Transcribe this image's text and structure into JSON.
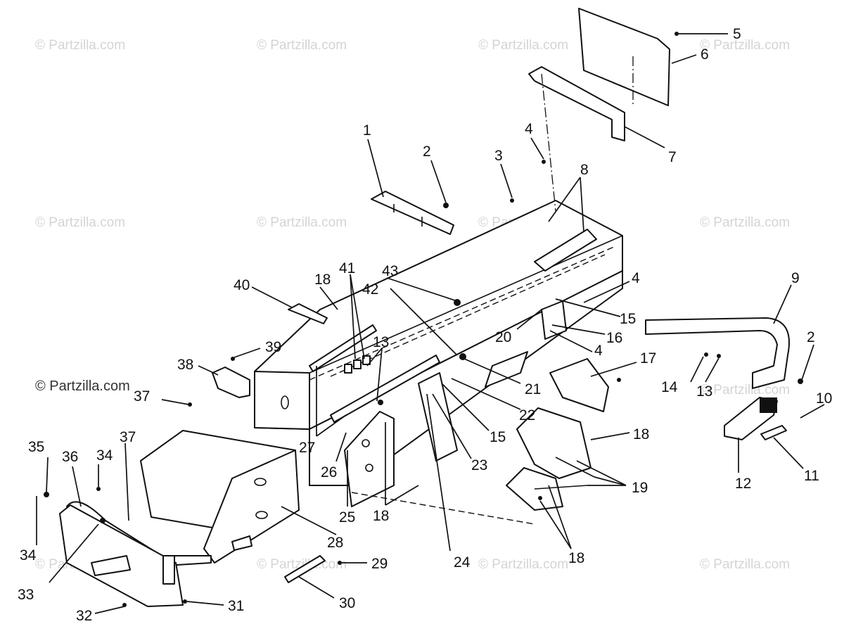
{
  "watermark": "© Partzilla.com",
  "callouts": [
    {
      "id": "c1",
      "text": "1"
    },
    {
      "id": "c2a",
      "text": "2"
    },
    {
      "id": "c2b",
      "text": "2"
    },
    {
      "id": "c3",
      "text": "3"
    },
    {
      "id": "c4a",
      "text": "4"
    },
    {
      "id": "c4b",
      "text": "4"
    },
    {
      "id": "c4c",
      "text": "4"
    },
    {
      "id": "c5",
      "text": "5"
    },
    {
      "id": "c6",
      "text": "6"
    },
    {
      "id": "c7",
      "text": "7"
    },
    {
      "id": "c8",
      "text": "8"
    },
    {
      "id": "c9",
      "text": "9"
    },
    {
      "id": "c10",
      "text": "10"
    },
    {
      "id": "c11",
      "text": "11"
    },
    {
      "id": "c12",
      "text": "12"
    },
    {
      "id": "c13a",
      "text": "13"
    },
    {
      "id": "c13b",
      "text": "13"
    },
    {
      "id": "c14",
      "text": "14"
    },
    {
      "id": "c15a",
      "text": "15"
    },
    {
      "id": "c15b",
      "text": "15"
    },
    {
      "id": "c16",
      "text": "16"
    },
    {
      "id": "c17",
      "text": "17"
    },
    {
      "id": "c18a",
      "text": "18"
    },
    {
      "id": "c18b",
      "text": "18"
    },
    {
      "id": "c18c",
      "text": "18"
    },
    {
      "id": "c18d",
      "text": "18"
    },
    {
      "id": "c19",
      "text": "19"
    },
    {
      "id": "c20",
      "text": "20"
    },
    {
      "id": "c21",
      "text": "21"
    },
    {
      "id": "c22",
      "text": "22"
    },
    {
      "id": "c23",
      "text": "23"
    },
    {
      "id": "c24",
      "text": "24"
    },
    {
      "id": "c25",
      "text": "25"
    },
    {
      "id": "c26",
      "text": "26"
    },
    {
      "id": "c27",
      "text": "27"
    },
    {
      "id": "c28",
      "text": "28"
    },
    {
      "id": "c29",
      "text": "29"
    },
    {
      "id": "c30",
      "text": "30"
    },
    {
      "id": "c31",
      "text": "31"
    },
    {
      "id": "c32",
      "text": "32"
    },
    {
      "id": "c33",
      "text": "33"
    },
    {
      "id": "c34a",
      "text": "34"
    },
    {
      "id": "c34b",
      "text": "34"
    },
    {
      "id": "c35",
      "text": "35"
    },
    {
      "id": "c36",
      "text": "36"
    },
    {
      "id": "c37a",
      "text": "37"
    },
    {
      "id": "c37b",
      "text": "37"
    },
    {
      "id": "c38",
      "text": "38"
    },
    {
      "id": "c39",
      "text": "39"
    },
    {
      "id": "c40",
      "text": "40"
    },
    {
      "id": "c41",
      "text": "41"
    },
    {
      "id": "c42",
      "text": "42"
    },
    {
      "id": "c43",
      "text": "43"
    }
  ]
}
